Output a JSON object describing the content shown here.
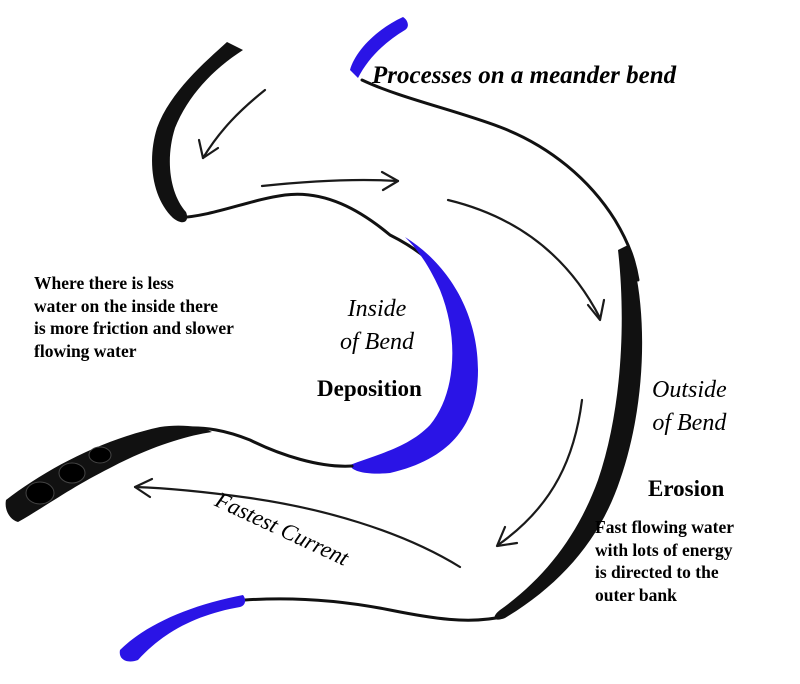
{
  "title": "Processes on a meander bend",
  "inside_label": {
    "line1": "Inside",
    "line2": "of Bend"
  },
  "outside_label": {
    "line1": "Outside",
    "line2": "of Bend"
  },
  "deposition_label": "Deposition",
  "erosion_label": "Erosion",
  "current_label": "Fastest Current",
  "inside_description": [
    "Where there is less",
    "water on the inside there",
    "is more friction and slower",
    "flowing water"
  ],
  "outside_description": [
    "Fast flowing water",
    "with lots of energy",
    "is directed to the",
    "outer bank"
  ],
  "colors": {
    "deposition": "#2a14e6",
    "bank": "#111111",
    "arrow": "#1a1a1a",
    "text": "#000000"
  }
}
